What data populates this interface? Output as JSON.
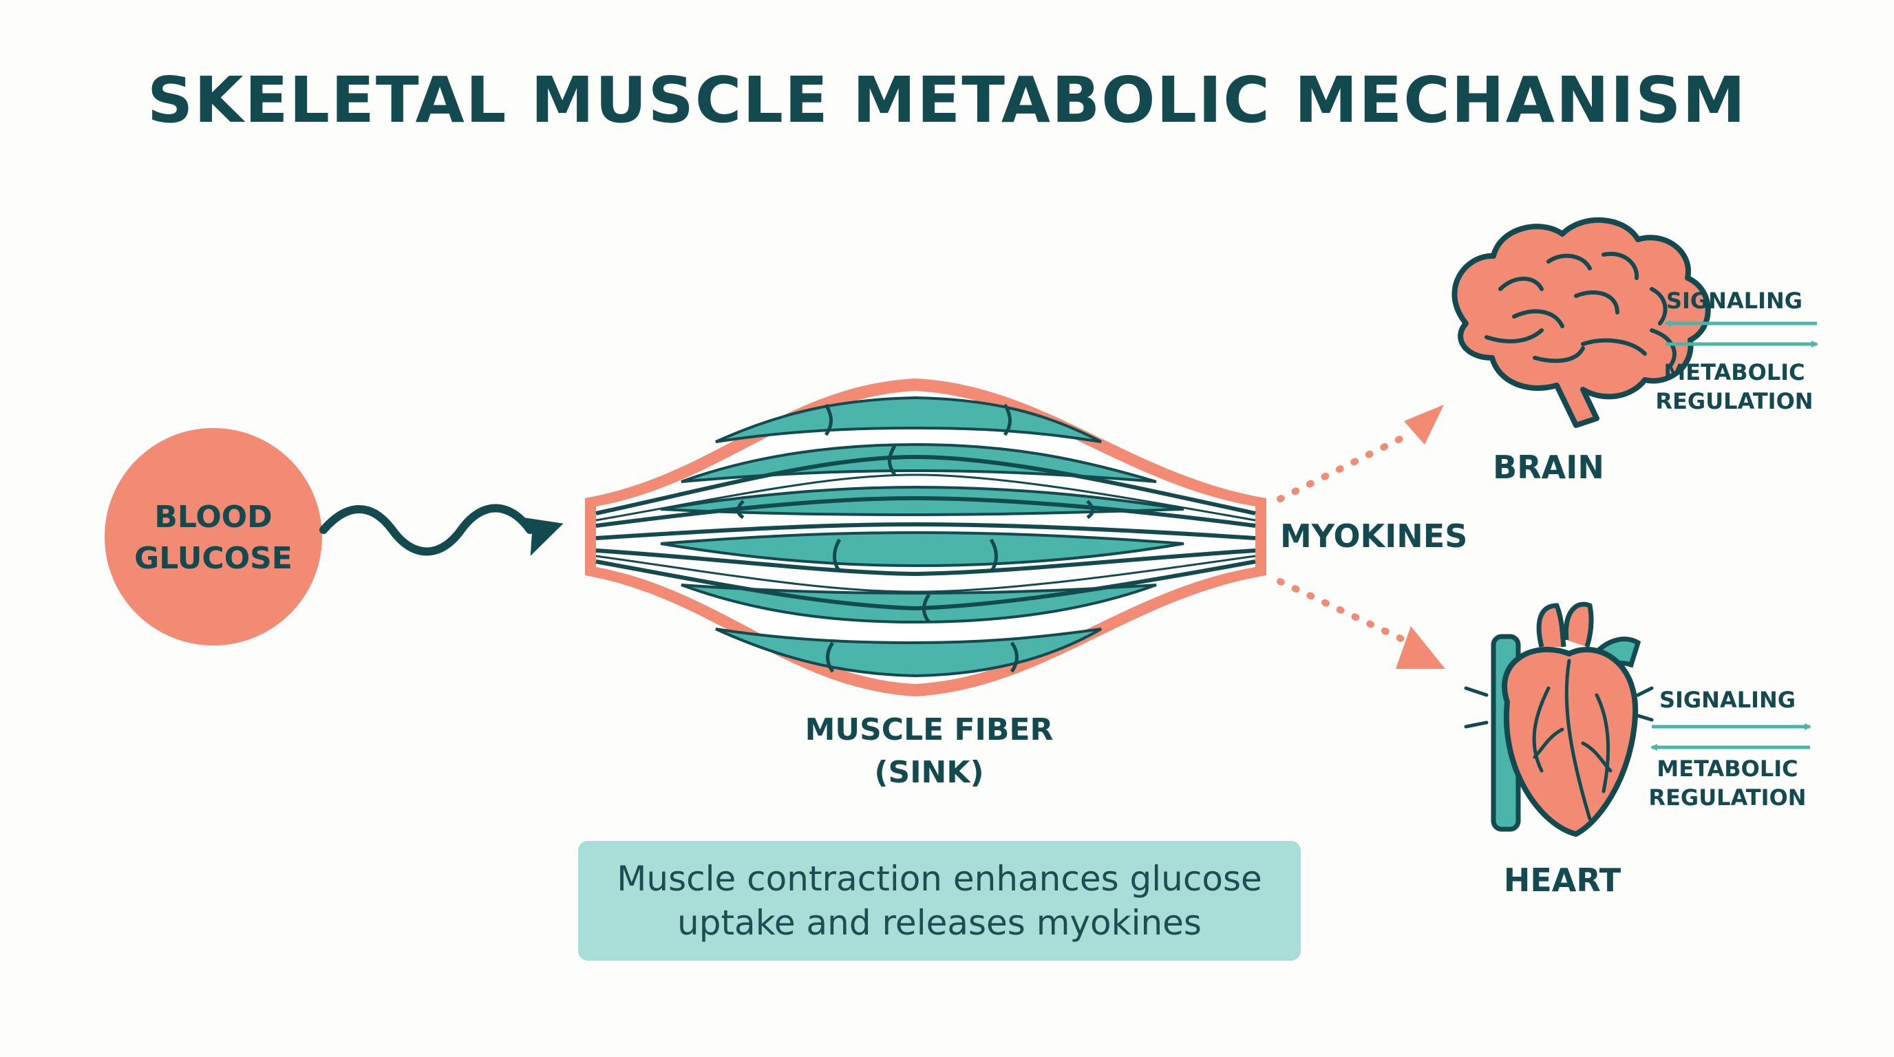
{
  "title": "SKELETAL MUSCLE METABOLIC MECHANISM",
  "nodes": {
    "blood_glucose": "BLOOD\nGLUCOSE",
    "muscle_fiber": "MUSCLE FIBER\n(SINK)",
    "myokines": "MYOKINES",
    "brain": "BRAIN",
    "heart": "HEART"
  },
  "brain_arrows": {
    "top": "SIGNALING",
    "bottom": "METABOLIC\nREGULATION"
  },
  "heart_arrows": {
    "top": "SIGNALING",
    "bottom": "METABOLIC\nREGULATION"
  },
  "caption": "Muscle contraction enhances glucose\nuptake and releases myokines",
  "colors": {
    "coral": "#f0806a",
    "teal": "#4bb5ab",
    "dark_teal": "#124a4f",
    "caption_bg": "#a8ddd8"
  }
}
